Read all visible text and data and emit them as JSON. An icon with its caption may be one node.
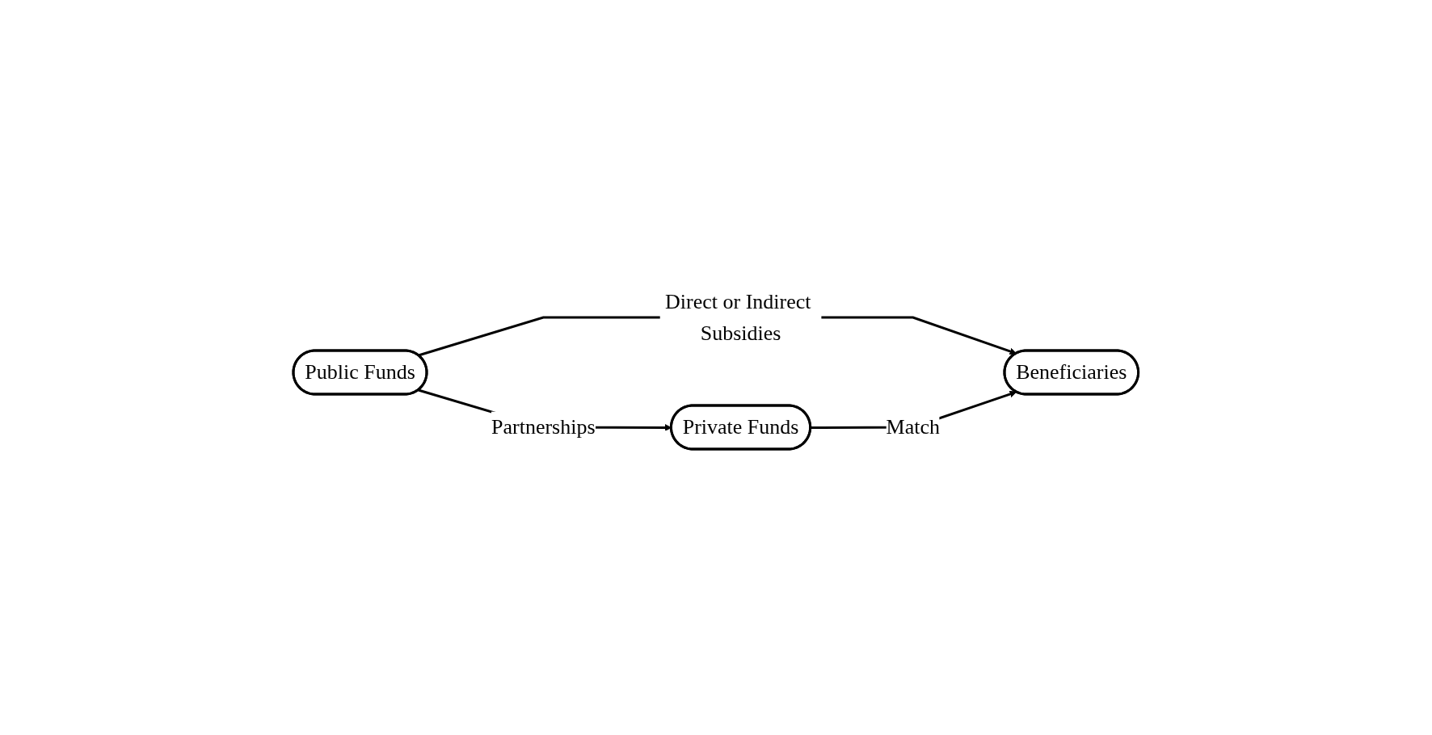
{
  "diagram": {
    "nodes": [
      {
        "text": [
          "Public Funds"
        ]
      },
      {
        "text": [
          "Beneficiaries"
        ]
      },
      {
        "text": [
          "Private Funds"
        ]
      }
    ],
    "edges": [
      {
        "from": 0,
        "to": 1,
        "arrow": "to",
        "label": "Direct or Indirect Subsidies"
      },
      {
        "from": 0,
        "to": 2,
        "arrow": "to",
        "label": "Partnerships"
      },
      {
        "from": 2,
        "to": 1,
        "arrow": "to",
        "label": "Match"
      }
    ]
  }
}
